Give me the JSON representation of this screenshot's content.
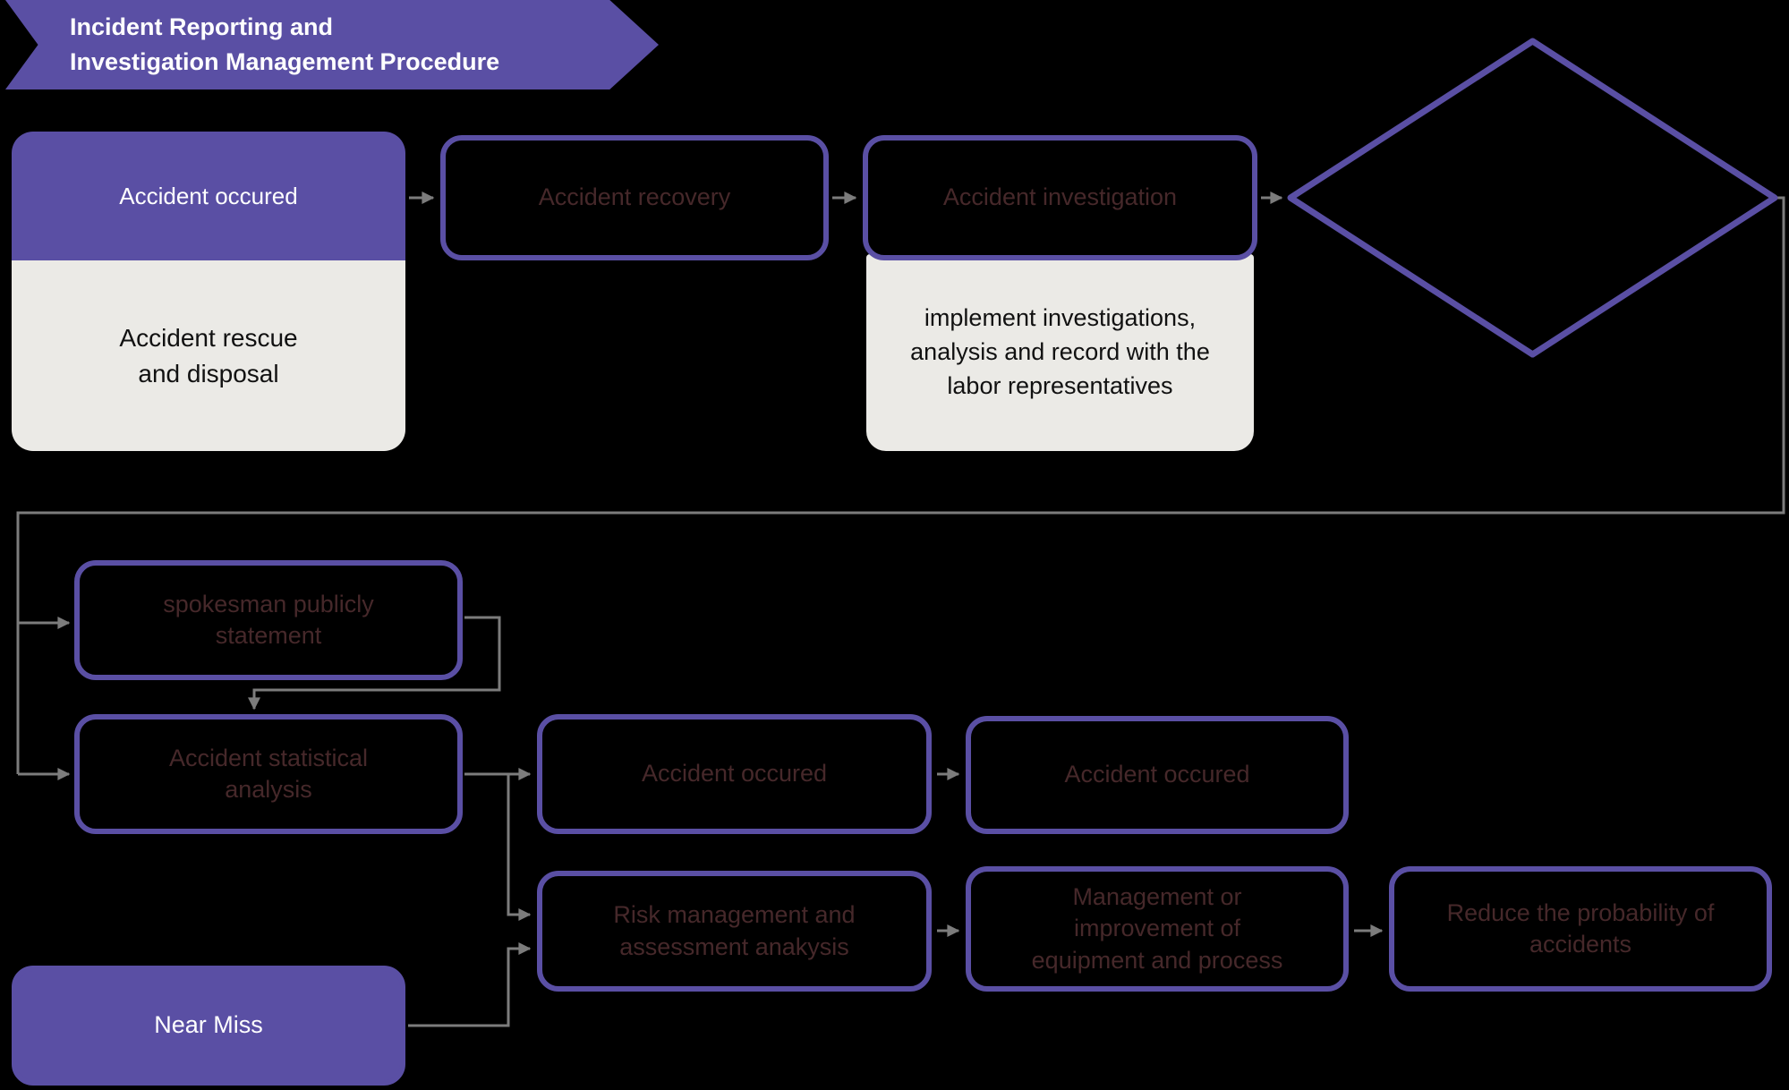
{
  "banner": {
    "title": "Incident Reporting and\nInvestigation Management Procedure"
  },
  "colors": {
    "background": "#000000",
    "purple": "#5a4fa4",
    "panel_gray": "#ebeae6",
    "dim_text": "#46282a",
    "line_gray": "#7c7c7c"
  },
  "nodes": {
    "accident_occured_start": {
      "header": "Accident occured",
      "body": "Accident rescue\nand disposal"
    },
    "accident_recovery": {
      "label": "Accident recovery"
    },
    "accident_investigation": {
      "label": "Accident investigation",
      "note": "implement investigations,\nanalysis and record with the\nlabor representatives"
    },
    "decision": {
      "label": ""
    },
    "spokesman": {
      "label": "spokesman publicly\nstatement"
    },
    "statistical": {
      "label": "Accident statistical\nanalysis"
    },
    "accident_occured_2": {
      "label": "Accident occured"
    },
    "accident_occured_3": {
      "label": "Accident occured"
    },
    "risk": {
      "label": "Risk management and\nassessment anakysis"
    },
    "management": {
      "label": "Management or\nimprovement of\nequipment and process"
    },
    "reduce": {
      "label": "Reduce the probability of\naccidents"
    },
    "near_miss": {
      "label": "Near Miss"
    }
  }
}
